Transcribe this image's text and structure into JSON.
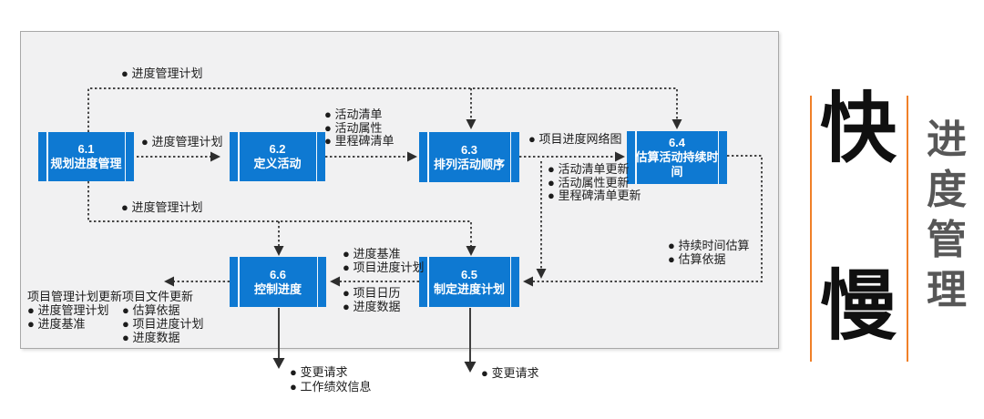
{
  "boxes": {
    "b61": {
      "num": "6.1",
      "name": "规划进度管理"
    },
    "b62": {
      "num": "6.2",
      "name": "定义活动"
    },
    "b63": {
      "num": "6.3",
      "name": "排列活动顺序"
    },
    "b64": {
      "num": "6.4",
      "name": "估算活动持续时间"
    },
    "b65": {
      "num": "6.5",
      "name": "制定进度计划"
    },
    "b66": {
      "num": "6.6",
      "name": "控制进度"
    }
  },
  "labels": {
    "top_feed": "● 进度管理计划",
    "mid_feed": "● 进度管理计划",
    "l61_62": "● 进度管理计划",
    "out62": [
      "● 活动清单",
      "● 活动属性",
      "● 里程碑清单"
    ],
    "l63_64": "● 项目进度网络图",
    "out63": [
      "● 活动清单更新",
      "● 活动属性更新",
      "● 里程碑清单更新"
    ],
    "out64": [
      "● 持续时间估算",
      "● 估算依据"
    ],
    "l65_66_top": [
      "● 进度基准",
      "● 项目进度计划"
    ],
    "l65_66_bottom": [
      "● 项目日历",
      "● 进度数据"
    ],
    "out66_col1_title": "项目管理计划更新",
    "out66_col1": [
      "● 进度管理计划",
      "● 进度基准"
    ],
    "out66_col2_title": "项目文件更新",
    "out66_col2": [
      "● 估算依据",
      "● 项目进度计划",
      "● 进度数据"
    ],
    "out66_bottom": [
      "● 变更请求",
      "● 工作绩效信息"
    ],
    "out65_bottom": [
      "● 变更请求"
    ]
  },
  "side": {
    "fast": "快",
    "slow": "慢",
    "vertical_title": [
      "进",
      "度",
      "管",
      "理"
    ]
  },
  "colors": {
    "box_blue": "#0e79d2",
    "accent_orange": "#f08028",
    "side_title_gray": "#575757",
    "panel_bg": "#f1f1f2",
    "panel_border": "#a8a8a8",
    "wire_black": "#2d2d2d"
  }
}
